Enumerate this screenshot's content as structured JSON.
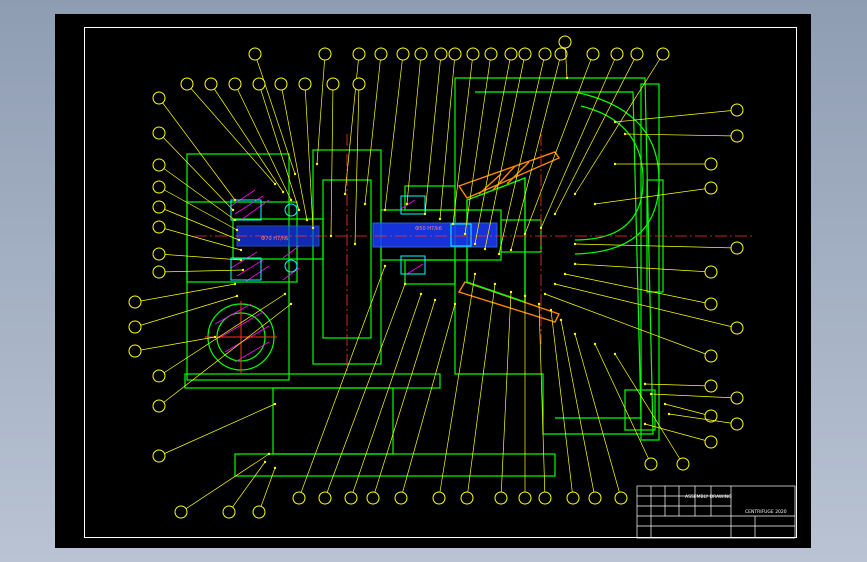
{
  "drawing": {
    "title_line": "ASSEMBLY DRAWING",
    "title_code": "CENTRIFUGE 2020",
    "bore_label": "Ф70 H7/h6",
    "shaft_label": "Ф50 H7/k6"
  },
  "colors": {
    "outline": "#00ff00",
    "leader": "#ffff00",
    "centerline": "#ff3030",
    "hatch": "#ff00ff",
    "frame": "#ffffff",
    "section": "#3070ff",
    "detail": "#00ffff",
    "cone": "#ff8800"
  },
  "balloon_count": 72
}
